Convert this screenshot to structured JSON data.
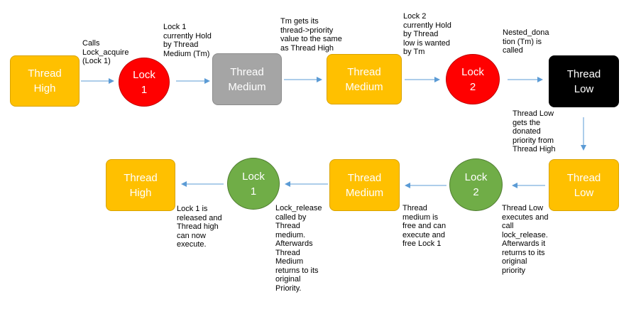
{
  "nodes": {
    "thread_high_top": "Thread\nHigh",
    "lock1_top": "Lock\n1",
    "thread_medium_gray": "Thread\nMedium",
    "thread_medium_top": "Thread\nMedium",
    "lock2_top": "Lock\n2",
    "thread_low_black": "Thread\nLow",
    "thread_low_bottom": "Thread\nLow",
    "lock2_bottom": "Lock\n2",
    "thread_medium_bottom": "Thread\nMedium",
    "lock1_bottom": "Lock\n1",
    "thread_high_bottom": "Thread\nHigh"
  },
  "notes": {
    "calls_lock_acquire": "Calls\nLock_acquire\n(Lock 1)",
    "lock1_hold": "Lock 1\ncurrently Hold\nby Thread\nMedium (Tm)",
    "tm_priority": "Tm gets its\nthread->priority\nvalue to the same\nas Thread High",
    "lock2_hold": "Lock 2\ncurrently Hold\nby Thread\nlow is wanted\nby Tm",
    "nested_donation": "Nested_dona\ntion (Tm) is\ncalled",
    "thread_low_donated": "Thread Low\ngets the\ndonated\npriority from\nThread High",
    "thread_low_release": "Thread Low\nexecutes and\ncall\nlock_release.\nAfterwards it\nreturns to its\noriginal\npriority",
    "thread_medium_free": "Thread\nmedium is\nfree and can\nexecute and\nfree Lock 1",
    "lock_release_medium": "Lock_release\ncalled by\nThread\nmedium.\nAfterwards\nThread\nMedium\nreturns to its\noriginal\nPriority.",
    "lock1_released": "Lock 1 is\nreleased  and\nThread high\ncan now\nexecute."
  },
  "colors": {
    "thread_default": "#ffc000",
    "thread_waiting": "#a5a5a5",
    "thread_low_blocked": "#000000",
    "lock_held": "#ff0000",
    "lock_free": "#70ad47",
    "arrow": "#5b9bd5"
  }
}
